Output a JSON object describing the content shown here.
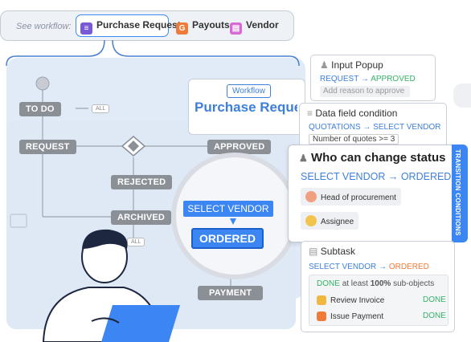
{
  "workflow_bar": {
    "label": "See workflow:",
    "tabs": [
      {
        "label": "Purchase Request",
        "active": true,
        "icon": "document-icon",
        "color": "#7a59d6"
      },
      {
        "label": "Payouts",
        "active": false,
        "icon": "payout-icon",
        "color": "#ef7b3a"
      },
      {
        "label": "Vendor",
        "active": false,
        "icon": "vendor-icon",
        "color": "#d66bd6"
      }
    ]
  },
  "workflow_card": {
    "tag": "Workflow",
    "title": "Purchase Request"
  },
  "diagram": {
    "nodes": {
      "todo": "TO DO",
      "request": "REQUEST",
      "rejected": "REJECTED",
      "archived": "ARCHIVED",
      "approved": "APPROVED",
      "select_vendor": "SELECT VENDOR",
      "ordered": "ORDERED",
      "payment": "PAYMENT"
    },
    "all_tag_1": "ALL",
    "all_tag_2": "ALL"
  },
  "input_popup": {
    "title": "Input Popup",
    "from": "REQUEST",
    "arrow": "→",
    "to": "APPROVED",
    "placeholder": "Add reason to approve"
  },
  "data_field_condition": {
    "title": "Data field condition",
    "from": "QUOTATIONS",
    "arrow": "→",
    "to": "SELECT VENDOR",
    "condition": "Number of quotes >= 3"
  },
  "who_can_change": {
    "title": "Who can change status",
    "from": "SELECT VENDOR",
    "arrow": "→",
    "to": "ORDERED",
    "people": [
      {
        "label": "Head of procurement"
      },
      {
        "label": "Assignee"
      }
    ]
  },
  "side_tab": {
    "label": "TRANSITION CONDITIONS"
  },
  "subtask": {
    "title": "Subtask",
    "from": "SELECT VENDOR",
    "arrow": "→",
    "to": "ORDERED",
    "rule_done": "DONE",
    "rule_text": "at least",
    "rule_percent": "100%",
    "rule_tail": "sub-objects",
    "items": [
      {
        "label": "Review Invoice",
        "status": "DONE"
      },
      {
        "label": "Issue Payment",
        "status": "DONE"
      }
    ]
  }
}
